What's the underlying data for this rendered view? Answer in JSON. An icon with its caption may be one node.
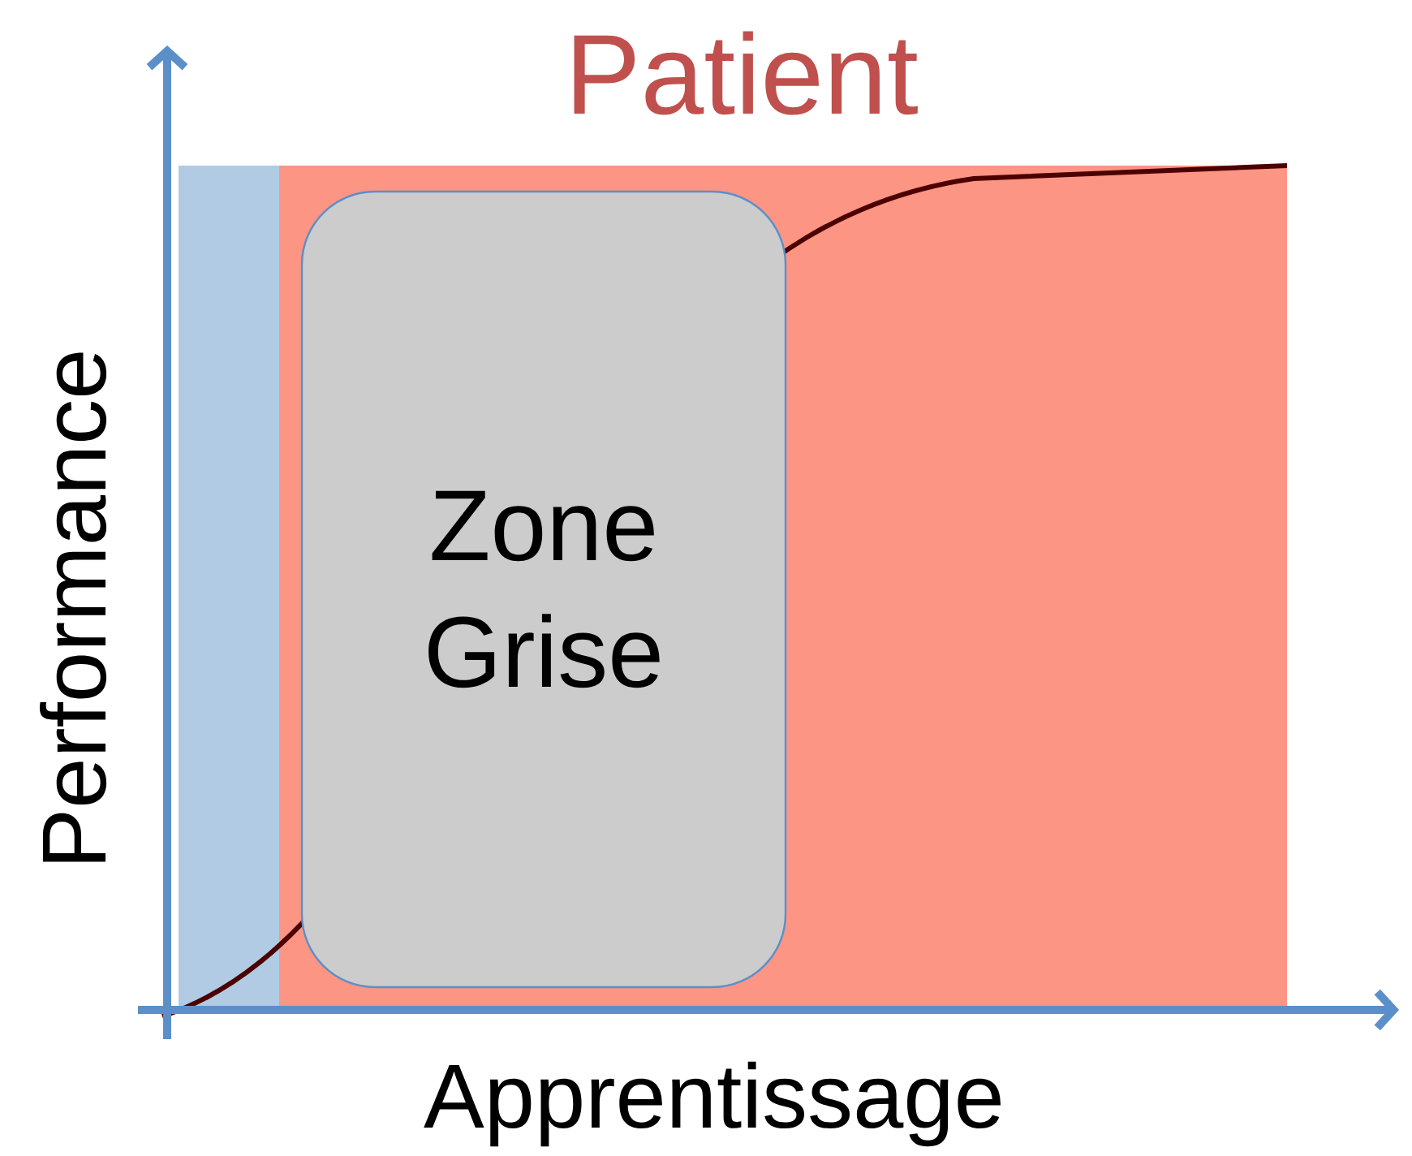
{
  "diagram": {
    "title": "Patient",
    "nodes": [
      {
        "text": [
          "Zone Grise"
        ]
      }
    ],
    "labels": [
      "Performance",
      "Apprentissage"
    ]
  }
}
